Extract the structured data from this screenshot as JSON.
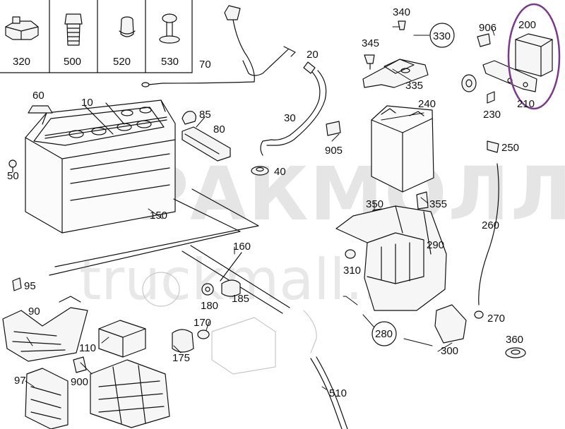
{
  "watermark": {
    "main": "ТРАКМОЛЛ",
    "sub": "truckmall.ru"
  },
  "legend_boxes": [
    "320",
    "500",
    "520",
    "530"
  ],
  "labels": {
    "l10": "10",
    "l20": "20",
    "l30": "30",
    "l40": "40",
    "l50": "50",
    "l60": "60",
    "l70": "70",
    "l80": "80",
    "l85": "85",
    "l90": "90",
    "l95": "95",
    "l97": "97",
    "l110": "110",
    "l150": "150",
    "l160": "160",
    "l170": "170",
    "l175": "175",
    "l180": "180",
    "l185": "185",
    "l200": "200",
    "l210": "210",
    "l230": "230",
    "l240": "240",
    "l250": "250",
    "l260": "260",
    "l270": "270",
    "l280": "280",
    "l290": "290",
    "l300": "300",
    "l310": "310",
    "l330": "330",
    "l335": "335",
    "l340": "340",
    "l345": "345",
    "l350": "350",
    "l355": "355",
    "l360": "360",
    "l510": "510",
    "l900": "900",
    "l905": "905",
    "l906": "906"
  },
  "colors": {
    "highlight_ring": "#7a3a8c",
    "line": "#111111"
  }
}
